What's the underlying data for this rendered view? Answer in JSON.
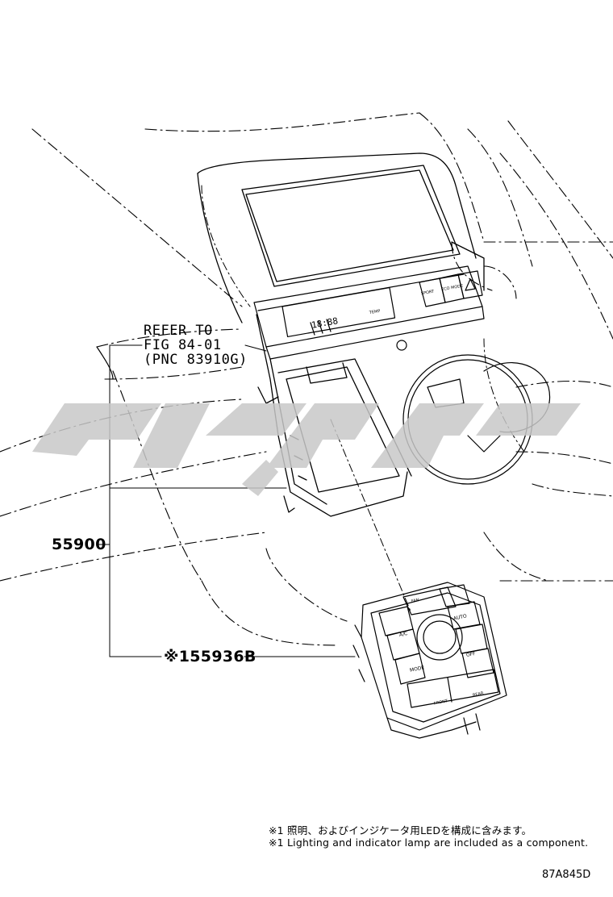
{
  "callout": {
    "line1": "REFER TO",
    "line2": "FIG 84-01",
    "line3": "(PNC 83910G)"
  },
  "parts": {
    "bezel_pn": "55900",
    "switch_pn": "※155936B"
  },
  "notes": {
    "japanese": "※1 照明、およびインジケータ用LEDを構成に含みます。",
    "english": "※1 Lighting and indicator lamp are included as a component."
  },
  "figure_code": "87A845D",
  "panel_text": {
    "sport": "SPORT",
    "eco": "ECO MODE",
    "clock": "18:88",
    "ac": "A/C",
    "mode": "MODE",
    "auto": "AUTO",
    "off": "OFF",
    "front": "FRONT",
    "rear": "REAR",
    "temp": "TEMP",
    "fan": "FAN"
  },
  "colors": {
    "line": "#000000",
    "watermark": "#c8c8c8"
  }
}
